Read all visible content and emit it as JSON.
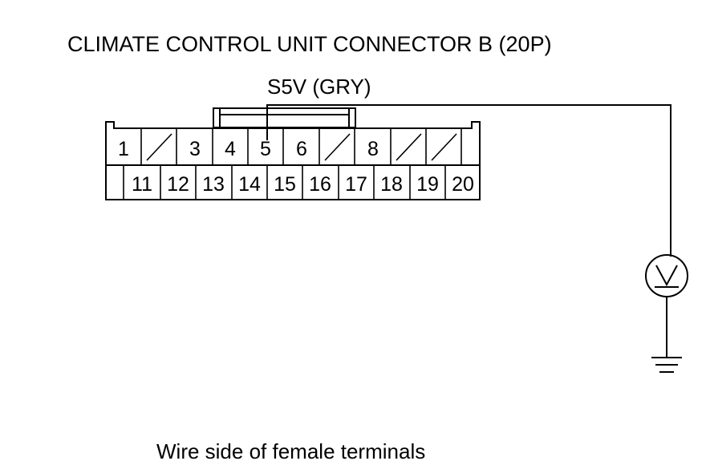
{
  "title": "CLIMATE CONTROL UNIT CONNECTOR B (20P)",
  "wire_label": "S5V (GRY)",
  "caption": "Wire side of female terminals",
  "connector": {
    "top_row": [
      "1",
      "",
      "3",
      "4",
      "5",
      "6",
      "",
      "8",
      "",
      ""
    ],
    "bottom_row": [
      "",
      "11",
      "12",
      "13",
      "14",
      "15",
      "16",
      "17",
      "18",
      "19",
      "20"
    ]
  },
  "meter_symbol": "V"
}
